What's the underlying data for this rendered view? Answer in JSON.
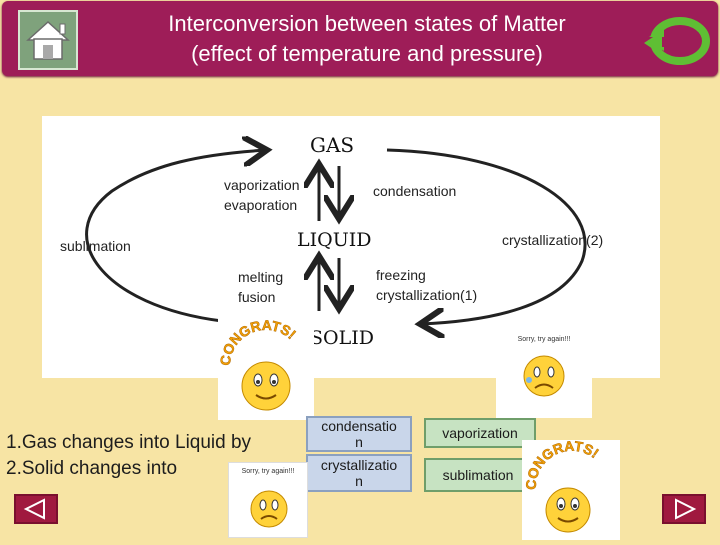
{
  "header": {
    "title_line1": "Interconversion between states of Matter",
    "title_line2": "(effect of temperature and pressure)"
  },
  "diagram": {
    "gas": "GAS",
    "liquid": "LIQUID",
    "solid": "SOLID",
    "vaporization": "vaporization",
    "evaporation": "evaporation",
    "condensation": "condensation",
    "sublimation": "sublimation",
    "crystallization2": "crystallization(2)",
    "melting": "melting",
    "fusion": "fusion",
    "freezing": "freezing",
    "crystallization1": "crystallization(1)"
  },
  "questions": {
    "q1": "1.Gas changes into Liquid by",
    "q2": "2.Solid changes into"
  },
  "answers": {
    "a1_line1": "condensatio",
    "a1_line2": "n",
    "a2_line1": "crystallizatio",
    "a2_line2": "n"
  },
  "options": {
    "opt1": "vaporization",
    "opt2": "sublimation"
  },
  "feedback": {
    "sorry_text": "Sorry, try again!!!",
    "congrats_text": "CONGRATS!"
  }
}
